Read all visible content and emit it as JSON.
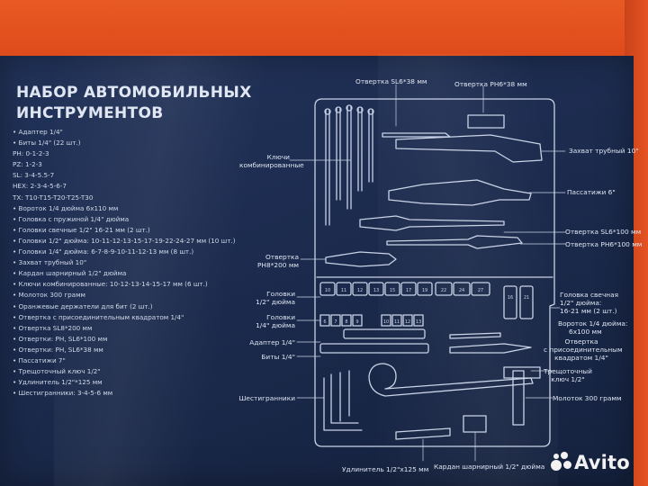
{
  "title": {
    "line1": "НАБОР АВТОМОБИЛЬНЫХ",
    "line2": "ИНСТРУМЕНТОВ"
  },
  "specs": [
    "• Адаптер 1/4\"",
    "• Биты 1/4\" (22 шт.)",
    "PH: 0-1-2-3",
    "PZ: 1-2-3",
    "SL: 3-4-5.5-7",
    "HEX: 2-3-4-5-6-7",
    "TX: T10-T15-T20-T25-T30",
    "• Вороток 1/4 дюйма 6х110 мм",
    "• Головка с пружиной 1/4\" дюйма",
    "• Головки свечные 1/2\" 16-21 мм (2 шт.)",
    "• Головки 1/2\" дюйма: 10-11-12-13-15-17-19-22-24-27 мм (10 шт.)",
    "• Головки 1/4\" дюйма: 6-7-8-9-10-11-12-13 мм (8 шт.)",
    "• Захват трубный 10\"",
    "• Кардан шарнирный 1/2\" дюйма",
    "• Ключи комбинированные: 10-12-13-14-15-17 мм (6 шт.)",
    "• Молоток 300 грамм",
    "• Оранжевые держатели для бит (2 шт.)",
    "• Отвертка с присоединительным квадратом 1/4\"",
    "• Отвертка SL8*200 мм",
    "• Отвертки: PH, SL6*100 мм",
    "• Отвертки: PH, SL6*38 мм",
    "• Пассатижи 7\"",
    "• Трещоточный ключ 1/2\"",
    "• Удлинитель 1/2\"*125 мм",
    "• Шестигранники: 3-4-5-6 мм"
  ],
  "labels": {
    "sl638": "Отвертка SL6*38 мм",
    "ph638": "Отвертка PH6*38 мм",
    "keys": [
      "Ключи",
      "комбинированные"
    ],
    "pipe": "Захват трубный 10\"",
    "pliers": "Пассатижи 6\"",
    "sl6100": "Отвертка SL6*100 мм",
    "ph6100": "Отвертка PH6*100 мм",
    "ph8200": [
      "Отвертка",
      "PH8*200 мм"
    ],
    "heads12": [
      "Головки",
      "1/2\" дюйма"
    ],
    "heads14": [
      "Головки",
      "1/4\" дюйма"
    ],
    "adapter": "Адаптер 1/4\"",
    "bits": "Биты 1/4\"",
    "hex": "Шестигранники",
    "spark": [
      "Головка свечная",
      "1/2\" дюйма:",
      "16-21 мм (2 шт.)"
    ],
    "tbar": [
      "Вороток 1/4 дюйма:",
      "6х100 мм"
    ],
    "sqdriver": [
      "Отвертка",
      "с присоединительным",
      "квадратом 1/4\""
    ],
    "ratchet": [
      "Трещоточный",
      "ключ 1/2\""
    ],
    "hammer": "Молоток 300 грамм",
    "ext": "Удлинитель 1/2\"х125 мм",
    "cardan": "Кардан шарнирный 1/2\" дюйма"
  },
  "sockets_top": [
    "10",
    "11",
    "12",
    "13",
    "15",
    "17",
    "19",
    "22",
    "24",
    "27"
  ],
  "sockets_spark": [
    "16",
    "21"
  ],
  "sockets_small": [
    "6",
    "7",
    "8",
    "9",
    "10",
    "11",
    "12",
    "13"
  ],
  "watermark": "Avito"
}
